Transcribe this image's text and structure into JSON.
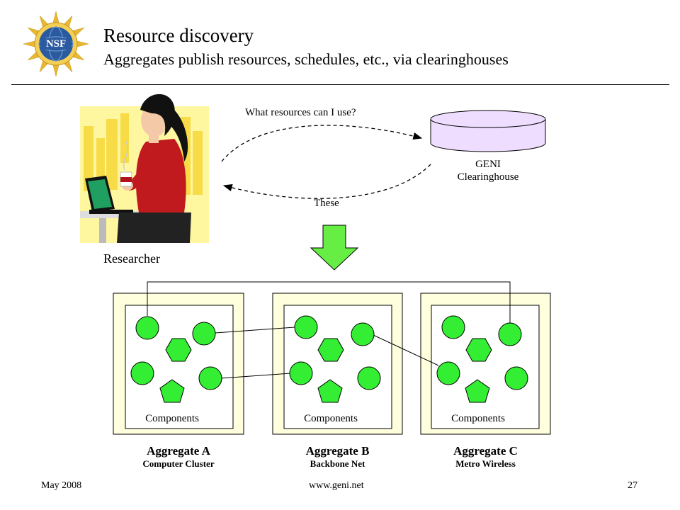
{
  "header": {
    "title": "Resource discovery",
    "subtitle": "Aggregates publish resources, schedules, etc., via clearinghouses"
  },
  "logo": {
    "text": "NSF",
    "icon": "nsf-logo-icon"
  },
  "researcher": {
    "label": "Researcher",
    "icon": "researcher-woman-laptop-icon"
  },
  "query": {
    "request": "What resources can I use?",
    "response": "These"
  },
  "clearinghouse": {
    "line1": "GENI",
    "line2": "Clearinghouse"
  },
  "aggregates": [
    {
      "name": "Aggregate A",
      "type": "Computer Cluster",
      "components_label": "Components"
    },
    {
      "name": "Aggregate B",
      "type": "Backbone Net",
      "components_label": "Components"
    },
    {
      "name": "Aggregate C",
      "type": "Metro Wireless",
      "components_label": "Components"
    }
  ],
  "footer": {
    "date": "May 2008",
    "url": "www.geni.net",
    "page": "27"
  },
  "colors": {
    "component_green": "#33ee33",
    "arrow_green": "#66ee44",
    "aggregate_bg": "#ffffdd",
    "database_fill": "#eeddff"
  }
}
